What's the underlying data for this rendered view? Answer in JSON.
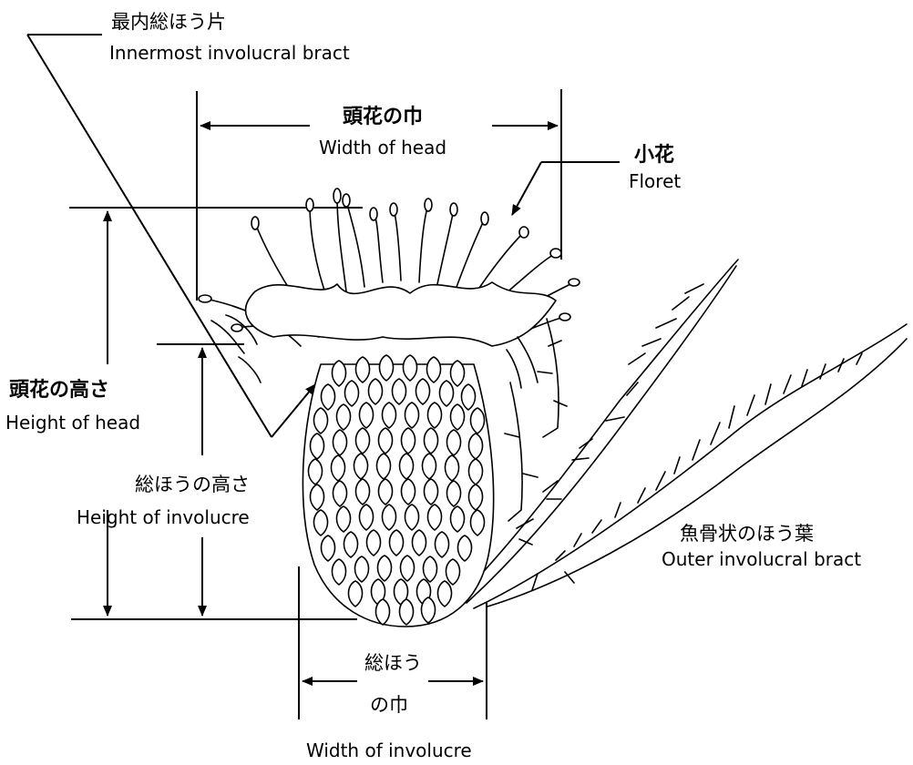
{
  "labels": {
    "innermost_bract_jp": "最内総ほう片",
    "innermost_bract_en": "Innermost involucral bract",
    "head_width_jp": "頭花の巾",
    "head_width_en": "Width of head",
    "floret_jp": "小花",
    "floret_en": "Floret",
    "head_height_jp": "頭花の高さ",
    "head_height_en": "Height of head",
    "involucre_height_jp": "総ほうの高さ",
    "involucre_height_en": "Height of involucre",
    "outer_bract_jp": "魚骨状のほう葉",
    "outer_bract_en": "Outer involucral bract",
    "involucre_width_jp_line1": "総ほう",
    "involucre_width_jp_line2": "の巾",
    "involucre_width_en": "Width of involucre"
  },
  "colors": {
    "ink": "#000000",
    "background": "#ffffff"
  }
}
